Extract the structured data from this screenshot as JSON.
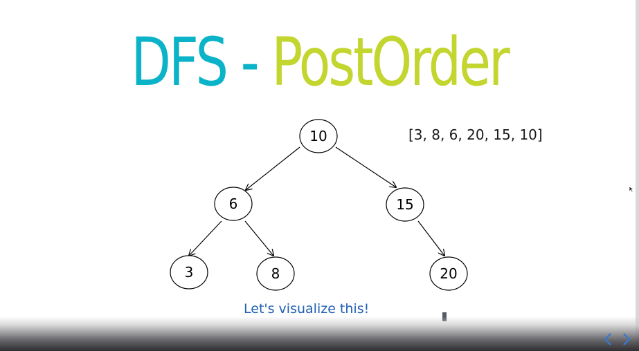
{
  "title": {
    "part1": "DFS",
    "separator": " - ",
    "part2": "PostOrder",
    "part1_color": "#0ab3c8",
    "separator_color": "#0ab3c8",
    "part2_color": "#c3d52f"
  },
  "tree": {
    "nodes": [
      "10",
      "6",
      "15",
      "3",
      "8",
      "20"
    ]
  },
  "result_text": "[3, 8, 6, 20, 15, 10]",
  "caption": {
    "text": "Let's visualize this!",
    "color": "#1e5fb4"
  },
  "navigation": {
    "prev_icon": "chevron-left-icon",
    "next_icon": "chevron-right-icon",
    "icon_color": "#3a78c9"
  }
}
